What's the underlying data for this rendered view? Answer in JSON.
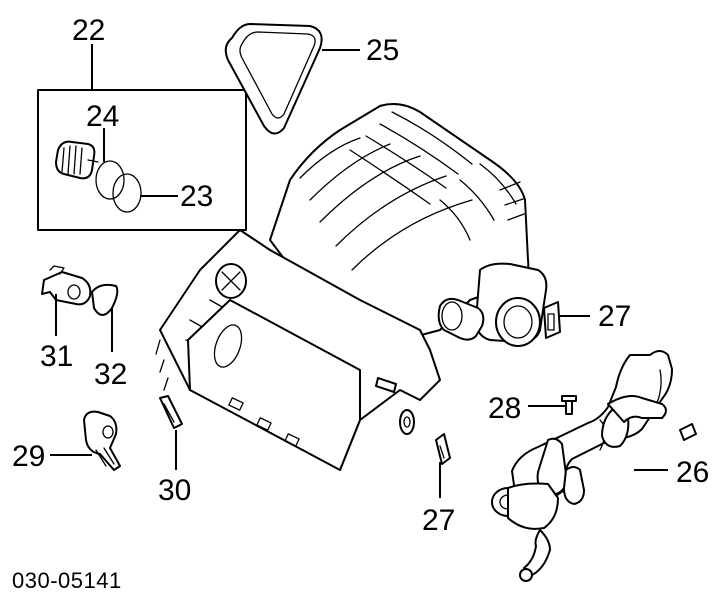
{
  "diagram": {
    "part_numbers": {
      "p22": "22",
      "p23": "23",
      "p24": "24",
      "p25": "25",
      "p26": "26",
      "p27a": "27",
      "p27b": "27",
      "p28": "28",
      "p29": "29",
      "p30": "30",
      "p31": "31",
      "p32": "32"
    },
    "diagram_code": "030-05141"
  }
}
